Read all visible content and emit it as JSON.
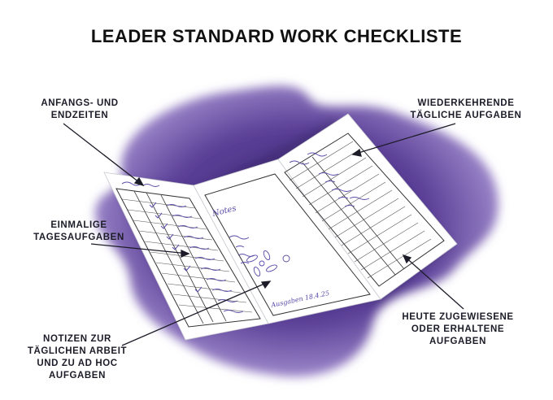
{
  "title": "LEADER STANDARD WORK CHECKLISTE",
  "callouts": {
    "start_end_times": [
      "ANFANGS- UND",
      "ENDZEITEN"
    ],
    "recurring_tasks": [
      "WIEDERKEHRENDE",
      "TÄGLICHE AUFGABEN"
    ],
    "one_time_tasks": [
      "EINMALIGE",
      "TAGESAUFGABEN"
    ],
    "notes": [
      "NOTIZEN ZUR",
      "TÄGLICHEN ARBEIT",
      "UND ZU AD HOC",
      "AUFGABEN"
    ],
    "assigned_tasks": [
      "HEUTE ZUGEWIESENE",
      "ODER ERHALTENE",
      "AUFGABEN"
    ]
  },
  "colors": {
    "blob": "#5a3f96",
    "blob_light": "#b9a8d8",
    "ink": "#1c1c28",
    "handwriting": "#5a4aa8",
    "paper": "#ffffff"
  },
  "sheet": {
    "notes_heading": "Notes",
    "date_note": "Ausgaben 18.4.25"
  }
}
